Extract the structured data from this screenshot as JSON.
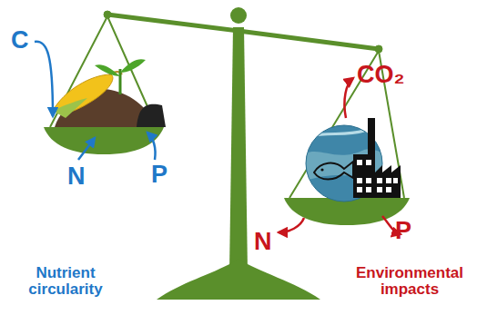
{
  "diagram": {
    "labels": [
      "C",
      "N",
      "P",
      "CO₂",
      "P",
      "N",
      "Nutrient circularity",
      "Environmental impacts"
    ]
  }
}
